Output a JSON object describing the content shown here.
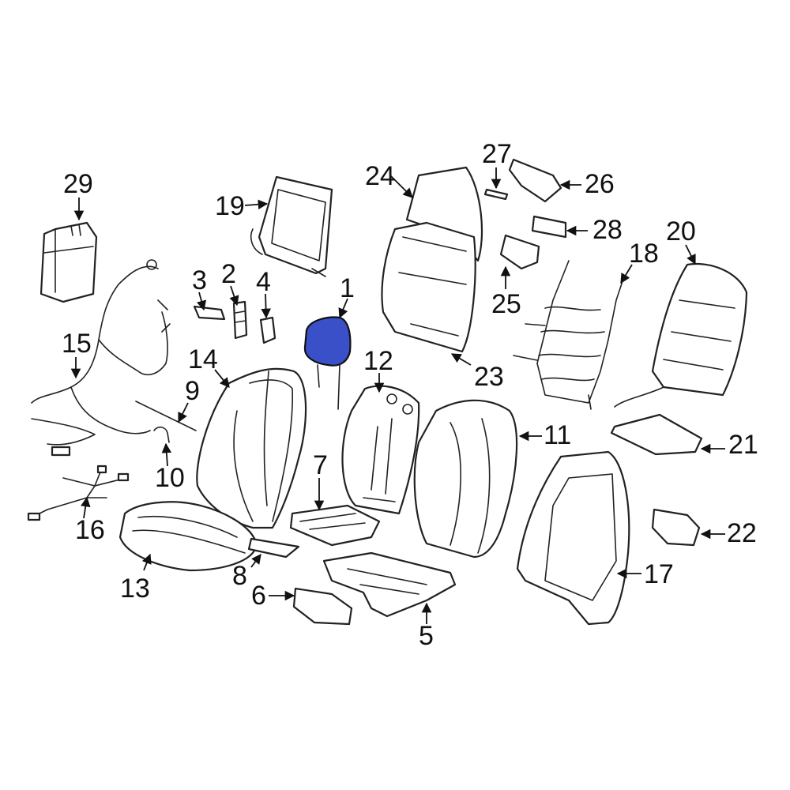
{
  "diagram": {
    "highlight_color": "#3a50c8",
    "highlighted_part": "1",
    "callouts": [
      "1",
      "2",
      "3",
      "4",
      "5",
      "6",
      "7",
      "8",
      "9",
      "10",
      "11",
      "12",
      "13",
      "14",
      "15",
      "16",
      "17",
      "18",
      "19",
      "20",
      "21",
      "22",
      "23",
      "24",
      "25",
      "26",
      "27",
      "28",
      "29"
    ]
  }
}
